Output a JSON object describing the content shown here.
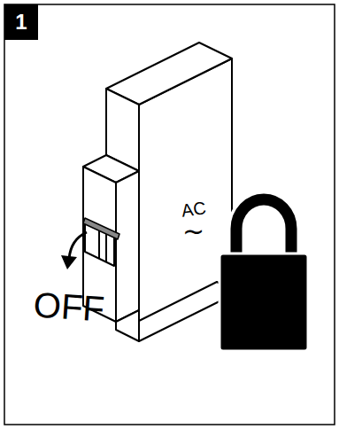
{
  "diagram": {
    "nodes": [
      {
        "text": [
          "1"
        ]
      }
    ],
    "labels": [
      "AC",
      "~",
      "OFF"
    ]
  }
}
